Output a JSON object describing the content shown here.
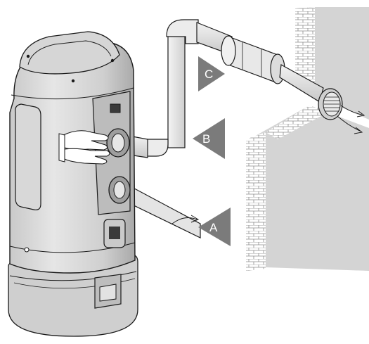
{
  "callouts": {
    "a": {
      "letter": "A",
      "part": "intake-port-with-hose"
    },
    "b": {
      "letter": "B",
      "part": "exhaust-port-connection"
    },
    "c": {
      "letter": "C",
      "part": "exhaust-silencer"
    }
  },
  "colors": {
    "line": "#1a1a1a",
    "body_shade": "#bdbdbd",
    "body_light": "#dedede",
    "wall": "#d4d4d4",
    "brick": "#8c8c8c",
    "callout_fill": "#7b7b7b",
    "callout_text": "#ffffff"
  }
}
